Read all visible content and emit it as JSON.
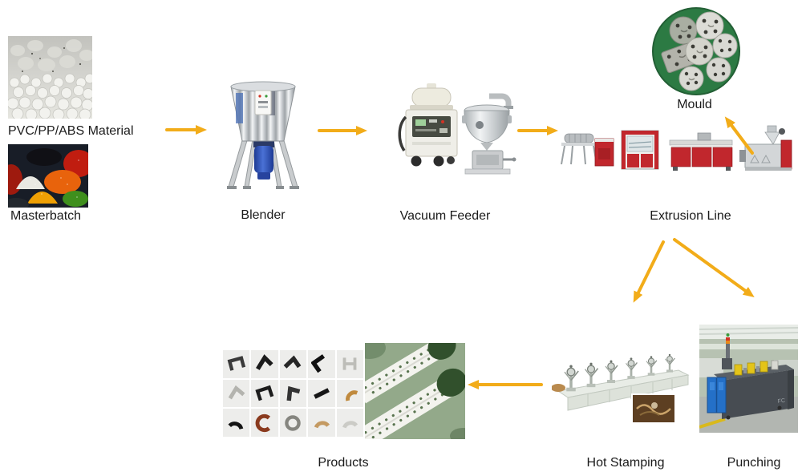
{
  "diagram": {
    "arrow_color": "#F2AC19",
    "colors": {
      "machine_red": "#C1272D",
      "mould_green": "#2C7A43",
      "motor_blue": "#2B4FB0",
      "punch_cabinet_blue": "#2470C8",
      "die_yellow": "#E3C419"
    },
    "nodes": {
      "material": {
        "label": "PVC/PP/ABS Material",
        "depicts": "white plastic pellets photo"
      },
      "masterbatch": {
        "label": "Masterbatch",
        "depicts": "colored pellet piles photo"
      },
      "blender": {
        "label": "Blender",
        "depicts": "stainless vertical mixer with blue motor"
      },
      "vacuum_feeder": {
        "label": "Vacuum Feeder",
        "depicts": "vacuum loader unit and stainless hopper"
      },
      "extrusion_line": {
        "label": "Extrusion Line",
        "depicts": "four red-and-white extrusion machines"
      },
      "mould": {
        "label": "Mould",
        "depicts": "round steel mould plates on green disc"
      },
      "products": {
        "label": "Products",
        "depicts": "profile samples grid and perforated corner beads"
      },
      "hot_stamping": {
        "label": "Hot Stamping",
        "depicts": "hot stamping machine line with inset photo"
      },
      "punching": {
        "label": "Punching",
        "depicts": "punching machine in workshop photo"
      }
    },
    "edges": [
      {
        "from": "material",
        "to": "blender"
      },
      {
        "from": "blender",
        "to": "vacuum_feeder"
      },
      {
        "from": "vacuum_feeder",
        "to": "extrusion_line"
      },
      {
        "from": "extrusion_line",
        "to": "mould"
      },
      {
        "from": "extrusion_line",
        "to": "hot_stamping"
      },
      {
        "from": "extrusion_line",
        "to": "punching"
      },
      {
        "from": "hot_stamping",
        "to": "products"
      }
    ]
  }
}
